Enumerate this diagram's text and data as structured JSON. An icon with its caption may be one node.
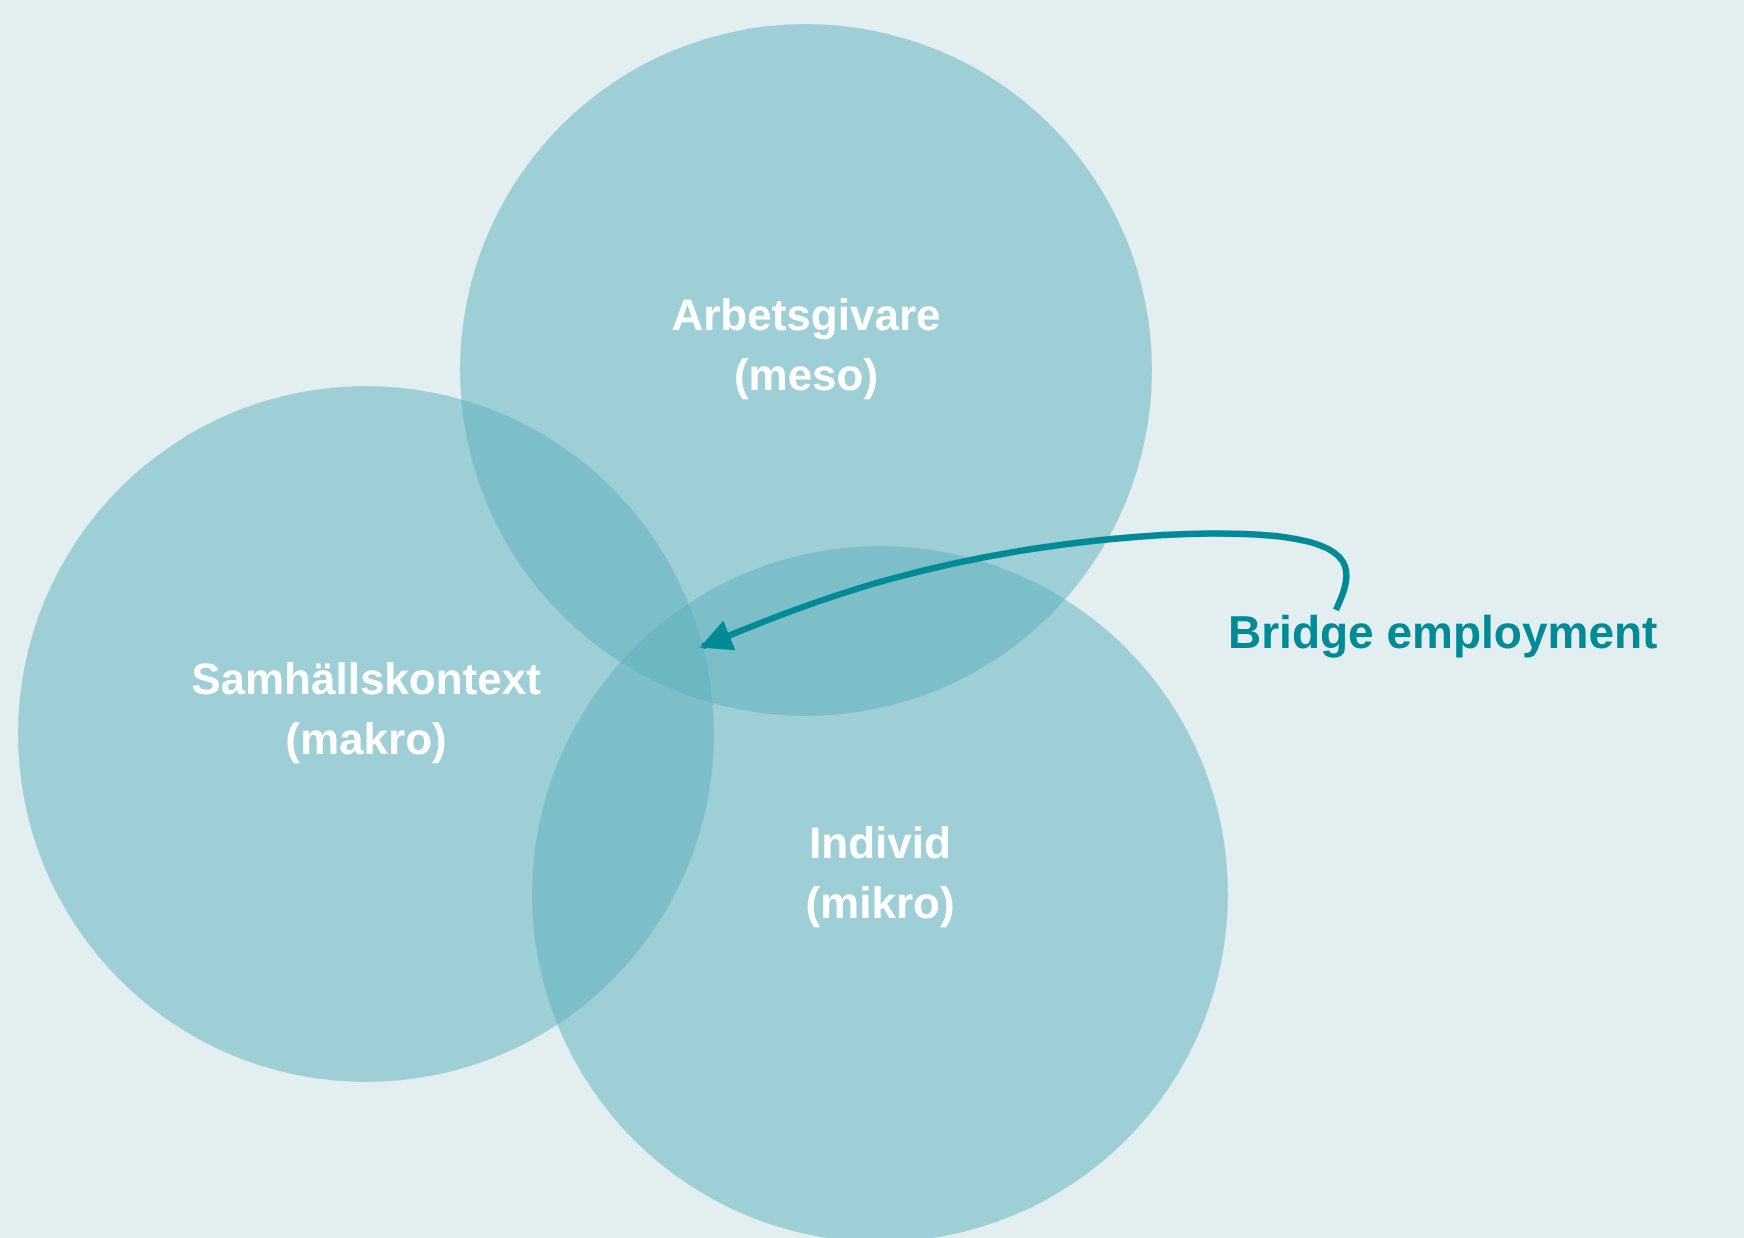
{
  "diagram": {
    "nodes": [
      {
        "text": [
          "Arbetsgivare (meso)"
        ]
      },
      {
        "text": [
          "Samhällskontext (makro)"
        ]
      },
      {
        "text": [
          "Individ (mikro)"
        ]
      },
      {
        "text": [
          "Bridge employment"
        ]
      }
    ],
    "edges": [
      {
        "from": 3,
        "to": 1,
        "arrow": "to"
      }
    ]
  }
}
